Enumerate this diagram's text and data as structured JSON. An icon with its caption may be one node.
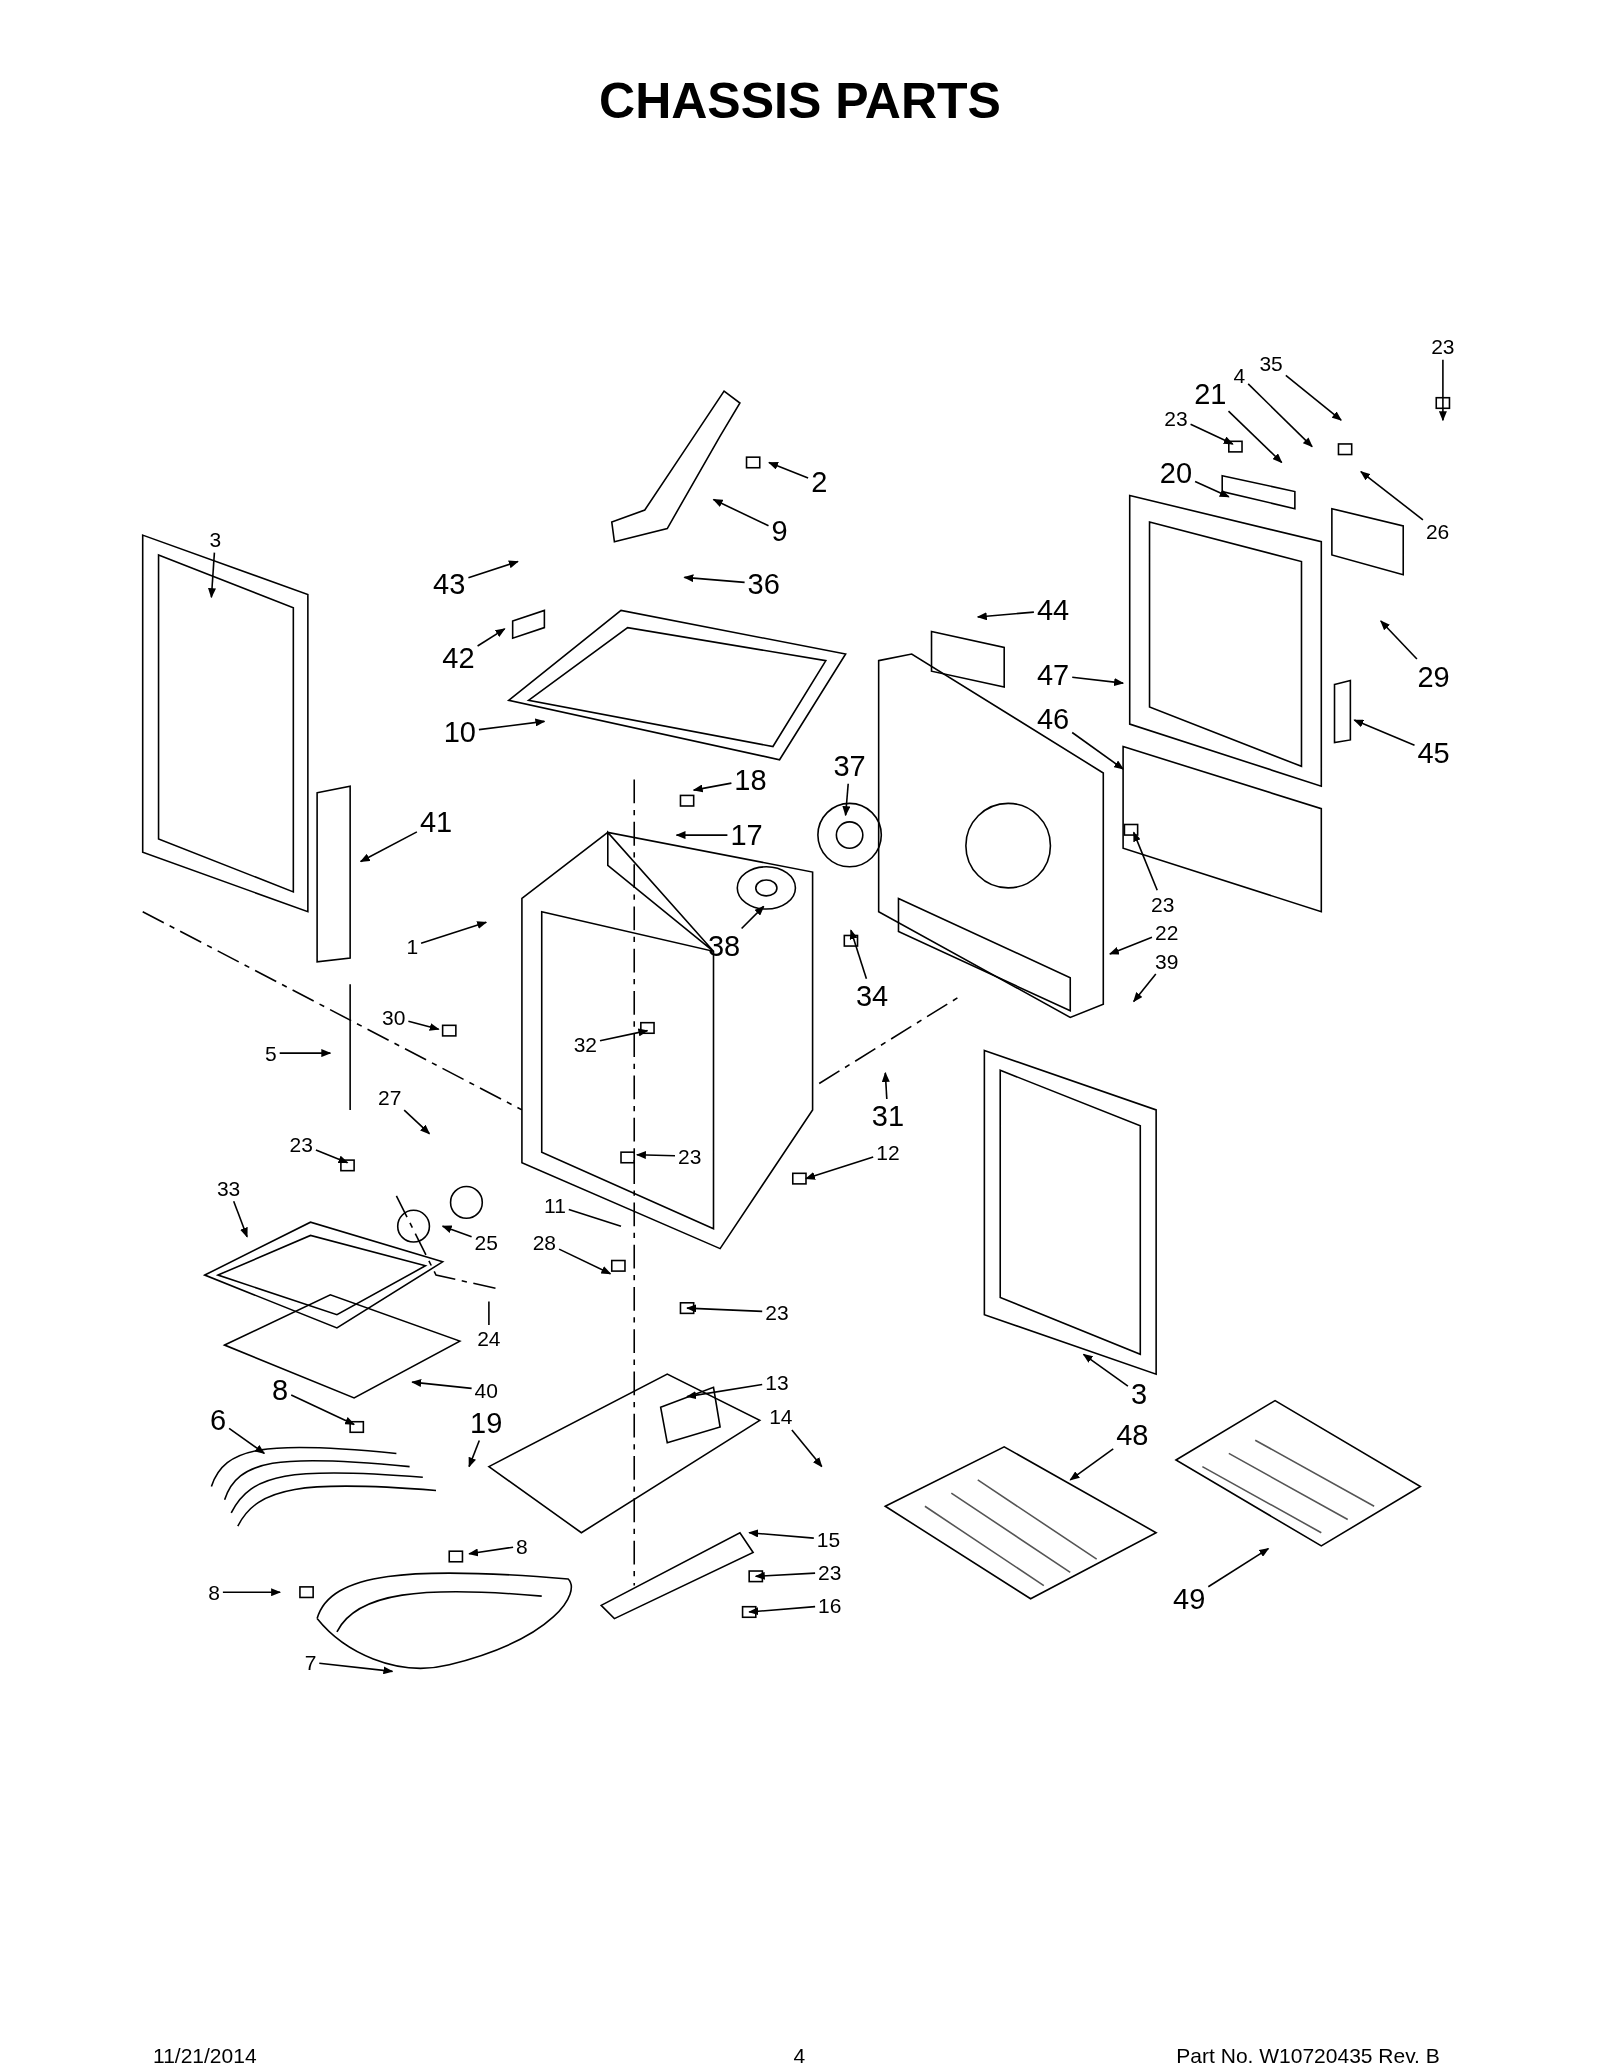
{
  "diagram": {
    "title": "CHASSIS PARTS",
    "nodes": [
      {
        "text": [
          "23"
        ]
      },
      {
        "text": [
          "35"
        ]
      },
      {
        "text": [
          "4"
        ]
      },
      {
        "text": [
          "21"
        ]
      },
      {
        "text": [
          "23"
        ]
      },
      {
        "text": [
          "2"
        ]
      },
      {
        "text": [
          "20"
        ]
      },
      {
        "text": [
          "26"
        ]
      },
      {
        "text": [
          "9"
        ]
      },
      {
        "text": [
          "3"
        ]
      },
      {
        "text": [
          "43"
        ]
      },
      {
        "text": [
          "36"
        ]
      },
      {
        "text": [
          "44"
        ]
      },
      {
        "text": [
          "42"
        ]
      },
      {
        "text": [
          "29"
        ]
      },
      {
        "text": [
          "47"
        ]
      },
      {
        "text": [
          "10"
        ]
      },
      {
        "text": [
          "46"
        ]
      },
      {
        "text": [
          "45"
        ]
      },
      {
        "text": [
          "37"
        ]
      },
      {
        "text": [
          "18"
        ]
      },
      {
        "text": [
          "17"
        ]
      },
      {
        "text": [
          "41"
        ]
      },
      {
        "text": [
          "38"
        ]
      },
      {
        "text": [
          "23"
        ]
      },
      {
        "text": [
          "22"
        ]
      },
      {
        "text": [
          "39"
        ]
      },
      {
        "text": [
          "1"
        ]
      },
      {
        "text": [
          "34"
        ]
      },
      {
        "text": [
          "30"
        ]
      },
      {
        "text": [
          "32"
        ]
      },
      {
        "text": [
          "5"
        ]
      },
      {
        "text": [
          "31"
        ]
      },
      {
        "text": [
          "27"
        ]
      },
      {
        "text": [
          "12"
        ]
      },
      {
        "text": [
          "23"
        ]
      },
      {
        "text": [
          "33"
        ]
      },
      {
        "text": [
          "23"
        ]
      },
      {
        "text": [
          "11"
        ]
      },
      {
        "text": [
          "28"
        ]
      },
      {
        "text": [
          "25"
        ]
      },
      {
        "text": [
          "24"
        ]
      },
      {
        "text": [
          "23"
        ]
      },
      {
        "text": [
          "13"
        ]
      },
      {
        "text": [
          "40"
        ]
      },
      {
        "text": [
          "3"
        ]
      },
      {
        "text": [
          "8"
        ]
      },
      {
        "text": [
          "6"
        ]
      },
      {
        "text": [
          "48"
        ]
      },
      {
        "text": [
          "19"
        ]
      },
      {
        "text": [
          "14"
        ]
      },
      {
        "text": [
          "15"
        ]
      },
      {
        "text": [
          "8"
        ]
      },
      {
        "text": [
          "23"
        ]
      },
      {
        "text": [
          "8"
        ]
      },
      {
        "text": [
          "16"
        ]
      },
      {
        "text": [
          "49"
        ]
      },
      {
        "text": [
          "7"
        ]
      }
    ],
    "edges": [
      {
        "from": 0,
        "to": null,
        "arrow": "to"
      },
      {
        "from": 1,
        "to": null,
        "arrow": "to"
      },
      {
        "from": 2,
        "to": null,
        "arrow": "to"
      },
      {
        "from": 3,
        "to": null,
        "arrow": "to"
      },
      {
        "from": 4,
        "to": null,
        "arrow": "to"
      },
      {
        "from": 5,
        "to": null,
        "arrow": "to"
      },
      {
        "from": 6,
        "to": null,
        "arrow": "to"
      },
      {
        "from": 7,
        "to": null,
        "arrow": "to"
      },
      {
        "from": 8,
        "to": null,
        "arrow": "to"
      },
      {
        "from": 9,
        "to": null,
        "arrow": "to"
      },
      {
        "from": 10,
        "to": null,
        "arrow": "to"
      },
      {
        "from": 11,
        "to": null,
        "arrow": "to"
      },
      {
        "from": 12,
        "to": null,
        "arrow": "to"
      },
      {
        "from": 13,
        "to": null,
        "arrow": "to"
      },
      {
        "from": 14,
        "to": null,
        "arrow": "to"
      },
      {
        "from": 15,
        "to": null,
        "arrow": "to"
      },
      {
        "from": 16,
        "to": null,
        "arrow": "to"
      },
      {
        "from": 17,
        "to": null,
        "arrow": "to"
      },
      {
        "from": 18,
        "to": null,
        "arrow": "to"
      },
      {
        "from": 19,
        "to": null,
        "arrow": "to"
      },
      {
        "from": 20,
        "to": null,
        "arrow": "to"
      },
      {
        "from": 21,
        "to": null,
        "arrow": "to"
      },
      {
        "from": 22,
        "to": null,
        "arrow": "to"
      },
      {
        "from": 23,
        "to": null,
        "arrow": "to"
      },
      {
        "from": 24,
        "to": null,
        "arrow": "to"
      },
      {
        "from": 25,
        "to": null,
        "arrow": "to"
      },
      {
        "from": 26,
        "to": null,
        "arrow": "to"
      },
      {
        "from": 27,
        "to": null,
        "arrow": "to"
      },
      {
        "from": 28,
        "to": null,
        "arrow": "to"
      },
      {
        "from": 29,
        "to": null,
        "arrow": "to"
      },
      {
        "from": 30,
        "to": null,
        "arrow": "to"
      },
      {
        "from": 31,
        "to": null,
        "arrow": "to"
      },
      {
        "from": 32,
        "to": null,
        "arrow": "to"
      },
      {
        "from": 33,
        "to": null,
        "arrow": "to"
      },
      {
        "from": 34,
        "to": null,
        "arrow": "to"
      },
      {
        "from": 35,
        "to": null,
        "arrow": "to"
      },
      {
        "from": 36,
        "to": null,
        "arrow": "to"
      },
      {
        "from": 37,
        "to": null,
        "arrow": "to"
      },
      {
        "from": 38,
        "to": null,
        "arrow": "none"
      },
      {
        "from": 39,
        "to": null,
        "arrow": "to"
      },
      {
        "from": 40,
        "to": null,
        "arrow": "to"
      },
      {
        "from": 41,
        "to": null,
        "arrow": "none"
      },
      {
        "from": 42,
        "to": null,
        "arrow": "to"
      },
      {
        "from": 43,
        "to": null,
        "arrow": "to"
      },
      {
        "from": 44,
        "to": null,
        "arrow": "to"
      },
      {
        "from": 45,
        "to": null,
        "arrow": "to"
      },
      {
        "from": 46,
        "to": null,
        "arrow": "to"
      },
      {
        "from": 47,
        "to": null,
        "arrow": "to"
      },
      {
        "from": 48,
        "to": null,
        "arrow": "to"
      },
      {
        "from": 49,
        "to": null,
        "arrow": "to"
      },
      {
        "from": 50,
        "to": null,
        "arrow": "to"
      },
      {
        "from": 51,
        "to": null,
        "arrow": "to"
      },
      {
        "from": 52,
        "to": null,
        "arrow": "to"
      },
      {
        "from": 53,
        "to": null,
        "arrow": "to"
      },
      {
        "from": 54,
        "to": null,
        "arrow": "to"
      },
      {
        "from": 55,
        "to": null,
        "arrow": "to"
      },
      {
        "from": 56,
        "to": null,
        "arrow": "to"
      },
      {
        "from": 57,
        "to": null,
        "arrow": "to"
      }
    ],
    "labels": [
      "11/21/2014",
      "4",
      "Part No. W10720435 Rev. B"
    ]
  }
}
